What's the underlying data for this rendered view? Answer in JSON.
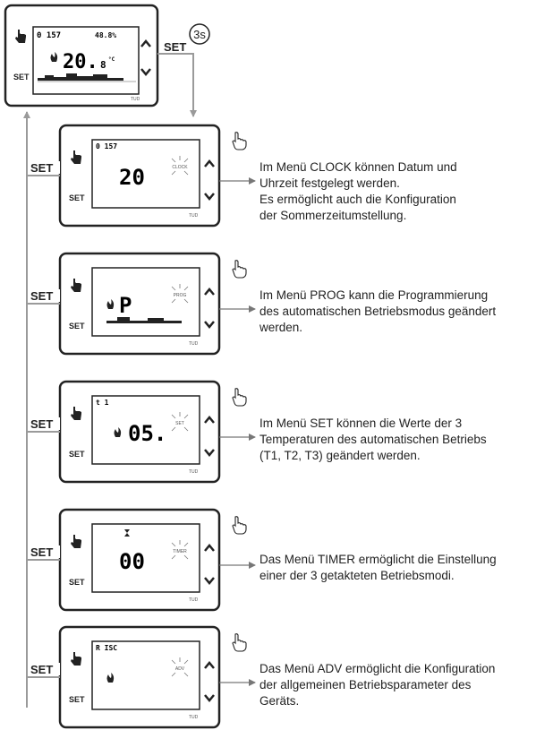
{
  "top_device": {
    "clock": "0 157",
    "humidity": "48.8%",
    "temp_big": "20.",
    "temp_small": "8",
    "unit": "°C",
    "brand": "TUD",
    "set_label": "SET",
    "hold_badge": "3s",
    "set_arrow_label": "SET"
  },
  "menus": [
    {
      "name": "CLOCK",
      "digits": "20",
      "small_text": "0 157",
      "flash_label": "CLOCK",
      "lines": [
        "Im Menü CLOCK können Datum und",
        "Uhrzeit festgelegt werden.",
        "Es ermöglicht auch die Konfiguration",
        "der Sommerzeitumstellung."
      ]
    },
    {
      "name": "PROG",
      "digits": "P",
      "small_text": "",
      "flash_label": "PROG",
      "lines": [
        "Im Menü PROG kann die Programmierung",
        "des automatischen Betriebsmodus geändert",
        "werden."
      ]
    },
    {
      "name": "SET",
      "digits": "05.",
      "small_text": "t 1",
      "flash_label": "SET",
      "lines": [
        "Im Menü SET können die Werte der 3",
        "Temperaturen des automatischen Betriebs",
        "(T1, T2, T3) geändert werden."
      ]
    },
    {
      "name": "TIMER",
      "digits": "00",
      "small_text": "",
      "flash_label": "TIMER",
      "lines": [
        "Das Menü TIMER ermöglicht die Einstellung",
        "einer der 3 getakteten Betriebsmodi."
      ]
    },
    {
      "name": "ADV",
      "digits": "",
      "small_text": "R ISC",
      "flash_label": "ADV",
      "lines": [
        "Das Menü ADV ermöglicht die Konfiguration",
        "der allgemeinen Betriebsparameter des",
        "Geräts."
      ]
    }
  ],
  "left_set_label": "SET",
  "brand": "TUD"
}
